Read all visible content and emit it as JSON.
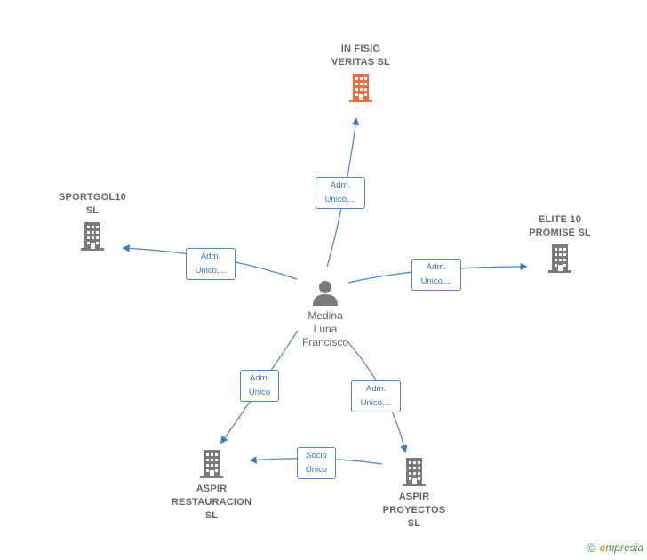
{
  "center": {
    "name": "Medina\nLuna\nFrancisco",
    "icon": "person-icon"
  },
  "companies": [
    {
      "id": "infisio",
      "name": "IN FISIO\nVERITAS  SL",
      "icon": "building-icon",
      "color": "#f26b3a"
    },
    {
      "id": "sportgol",
      "name": "SPORTGOL10\nSL",
      "icon": "building-icon",
      "color": "#7a7a7a"
    },
    {
      "id": "elite",
      "name": "ELITE 10\nPROMISE  SL",
      "icon": "building-icon",
      "color": "#7a7a7a"
    },
    {
      "id": "restauracion",
      "name": "ASPIR\nRESTAURACION\nSL",
      "icon": "building-icon",
      "color": "#7a7a7a"
    },
    {
      "id": "proyectos",
      "name": "ASPIR\nPROYECTOS\nSL",
      "icon": "building-icon",
      "color": "#7a7a7a"
    }
  ],
  "relations": [
    {
      "from": "center",
      "to": "infisio",
      "label": "Adm.\nUnico,..."
    },
    {
      "from": "center",
      "to": "sportgol",
      "label": "Adm.\nUnico,..."
    },
    {
      "from": "center",
      "to": "elite",
      "label": "Adm.\nUnico,..."
    },
    {
      "from": "center",
      "to": "restauracion",
      "label": "Adm.\nUnico"
    },
    {
      "from": "center",
      "to": "proyectos",
      "label": "Adm.\nUnico,..."
    },
    {
      "from": "proyectos",
      "to": "restauracion",
      "label": "Socio\nÚnico"
    }
  ],
  "footer": {
    "copyright": "©",
    "brand_e": "e",
    "brand_rest": "mpresia"
  },
  "colors": {
    "edge": "#4a86c8",
    "node_text": "#666666"
  }
}
